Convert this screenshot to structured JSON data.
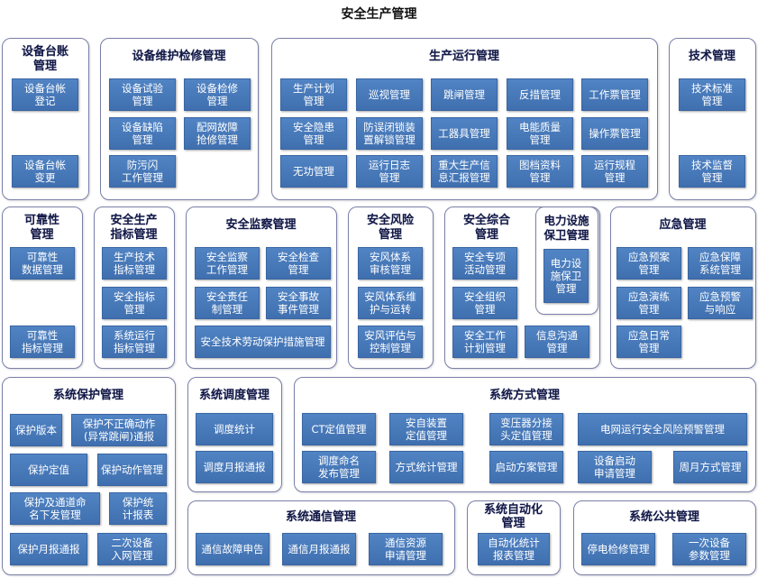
{
  "title": "安全生产管理",
  "colors": {
    "item_bg": "#4a7bbd",
    "item_text": "#ffffff",
    "group_border": "#7a7fa8",
    "group_title": "#111846"
  },
  "groups": {
    "g1": {
      "title": "设备台账\n管理",
      "items": [
        "设备台帐\n登记",
        "设备台帐\n变更"
      ]
    },
    "g2": {
      "title": "设备维护检修管理",
      "items": [
        "设备试验\n管理",
        "设备检修\n管理",
        "设备缺陷\n管理",
        "配网故障\n抢修管理",
        "防污闪\n工作管理"
      ]
    },
    "g3": {
      "title": "生产运行管理",
      "items": [
        "生产计划\n管理",
        "巡视管理",
        "跳闸管理",
        "反措管理",
        "工作票管理",
        "安全隐患\n管理",
        "防误闭锁装\n置解锁管理",
        "工器具管理",
        "电能质量\n管理",
        "操作票管理",
        "无功管理",
        "运行日志\n管理",
        "重大生产信\n息汇报管理",
        "图档资料\n管理",
        "运行规程\n管理"
      ]
    },
    "g4": {
      "title": "技术管理",
      "items": [
        "技术标准\n管理",
        "技术监督\n管理"
      ]
    },
    "g5": {
      "title": "可靠性\n管理",
      "items": [
        "可靠性\n数据管理",
        "可靠性\n指标管理"
      ]
    },
    "g6": {
      "title": "安全生产\n指标管理",
      "items": [
        "生产技术\n指标管理",
        "安全指标\n管理",
        "系统运行\n指标管理"
      ]
    },
    "g7": {
      "title": "安全监察管理",
      "items": [
        "安全监察\n工作管理",
        "安全检查\n管理",
        "安全责任\n制管理",
        "安全事故\n事件管理",
        "安全技术劳动保护措施管理"
      ]
    },
    "g8": {
      "title": "安全风险\n管理",
      "items": [
        "安风体系\n审核管理",
        "安风体系维\n护与运转",
        "安风评估与\n控制管理"
      ]
    },
    "g9": {
      "title": "安全综合\n管理",
      "items": [
        "安全专项\n活动管理",
        "安全组织\n管理",
        "安全工作\n计划管理",
        "信息沟通\n管理"
      ]
    },
    "g10": {
      "title": "电力设施\n保卫管理",
      "items": [
        "电力设\n施保卫\n管理"
      ]
    },
    "g11": {
      "title": "应急管理",
      "items": [
        "应急预案\n管理",
        "应急保障\n系统管理",
        "应急演练\n管理",
        "应急预警\n与响应",
        "应急日常\n管理"
      ]
    },
    "g12": {
      "title": "系统保护管理",
      "items": [
        "保护版本",
        "保护不正确动作\n(异常跳闸)通报",
        "保护定值",
        "保护动作管理",
        "保护及通道命\n名下发管理",
        "保护统\n计报表",
        "保护月报通报",
        "二次设备\n入网管理"
      ]
    },
    "g13": {
      "title": "系统调度管理",
      "items": [
        "调度统计",
        "调度月报通报"
      ]
    },
    "g14": {
      "title": "系统方式管理",
      "items": [
        "CT定值管理",
        "安自装置\n定值管理",
        "变压器分接\n头定值管理",
        "电网运行安全风险预警管理",
        "调度命名\n发布管理",
        "方式统计管理",
        "启动方案管理",
        "设备启动\n申请管理",
        "周月方式管理"
      ]
    },
    "g15": {
      "title": "系统通信管理",
      "items": [
        "通信故障申告",
        "通信月报通报",
        "通信资源\n申请管理"
      ]
    },
    "g16": {
      "title": "系统自动化\n管理",
      "items": [
        "自动化统计\n报表管理"
      ]
    },
    "g17": {
      "title": "系统公共管理",
      "items": [
        "停电检修管理",
        "一次设备\n参数管理"
      ]
    }
  }
}
